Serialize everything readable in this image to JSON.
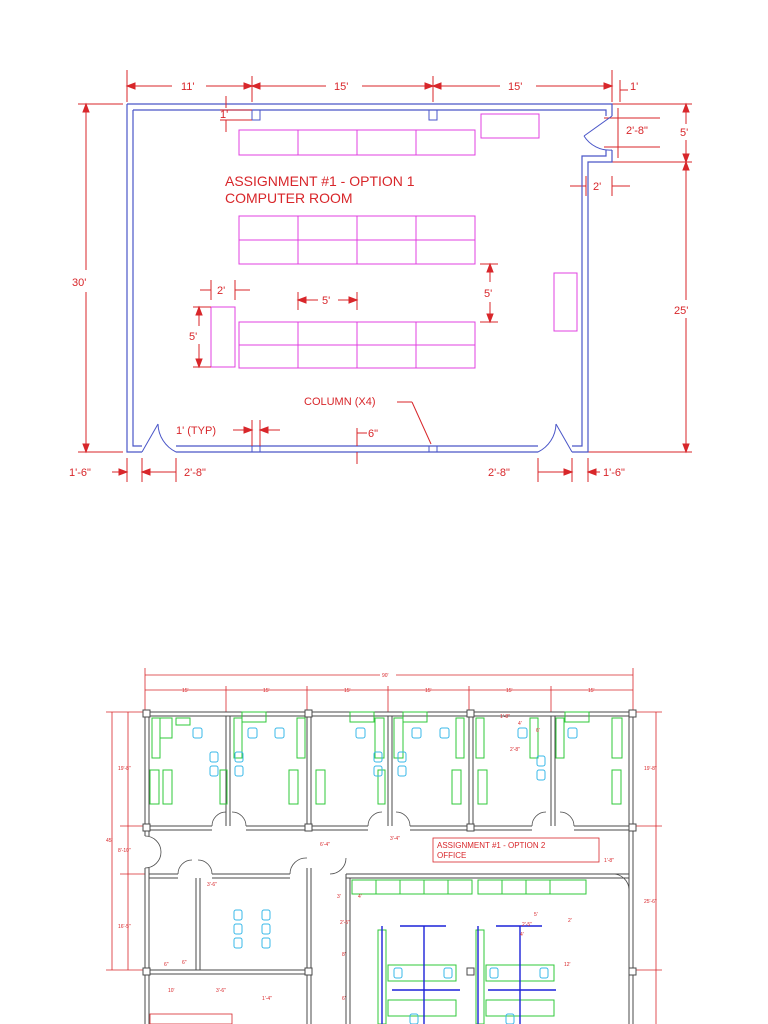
{
  "option1": {
    "title_line1": "ASSIGNMENT #1 - OPTION 1",
    "title_line2": "COMPUTER ROOM",
    "dims": {
      "top_a": "11'",
      "top_b": "15'",
      "top_c": "15'",
      "top_right": "1'",
      "left_height": "30'",
      "right_height": "25'",
      "right_top": "5'",
      "door_width": "2'-8\"",
      "door_clear": "2'",
      "column_top": "1'",
      "cabinet_width": "2'",
      "cabinet_height": "5'",
      "desk_width": "5'",
      "row_gap": "5'",
      "typ": "1' (TYP)",
      "six_in": "6\"",
      "bottom_left": "1'-6\"",
      "bottom_door_left": "2'-8\"",
      "bottom_door_right": "2'-8\"",
      "bottom_right": "1'-6\""
    },
    "column_label": "COLUMN (X4)"
  },
  "option2": {
    "title_line1": "ASSIGNMENT #1 - OPTION 2",
    "title_line2": "OFFICE",
    "dims": {
      "overall": "90'",
      "bay1": "15'",
      "bay2": "15'",
      "bay3": "15'",
      "bay4": "15'",
      "bay5": "15'",
      "bay6": "15'",
      "left_total": "45'",
      "left_upper": "19'-8\"",
      "left_mid": "8'-10\"",
      "left_lower": "16'-5\"",
      "right_upper": "19'-8\"",
      "right_lower": "25'-6\"",
      "d1": "1'-8\"",
      "d2": "4'",
      "d3": "6'",
      "d4": "2'-8\"",
      "d5": "6'-4\"",
      "d6": "3'-4\"",
      "d7": "1'-8\"",
      "d8": "3'-6\"",
      "d9": "3'",
      "d10": "4'",
      "d11": "2'-5\"",
      "d12": "8'",
      "d13": "6'",
      "d14": "5'",
      "d15": "2'",
      "d16": "12'",
      "d17": "6\"",
      "d18": "6\"",
      "d19": "10'",
      "d20": "3'-6\"",
      "d21": "1'-4\"",
      "d22": "2'-5\"",
      "d23": "4'"
    }
  },
  "colors": {
    "dimension": "#d8262a",
    "wall": "#4a56c8",
    "furniture": "#e040e0",
    "desk": "#2fc83a",
    "chair": "#38b8e8",
    "partition": "#1c22d8"
  }
}
